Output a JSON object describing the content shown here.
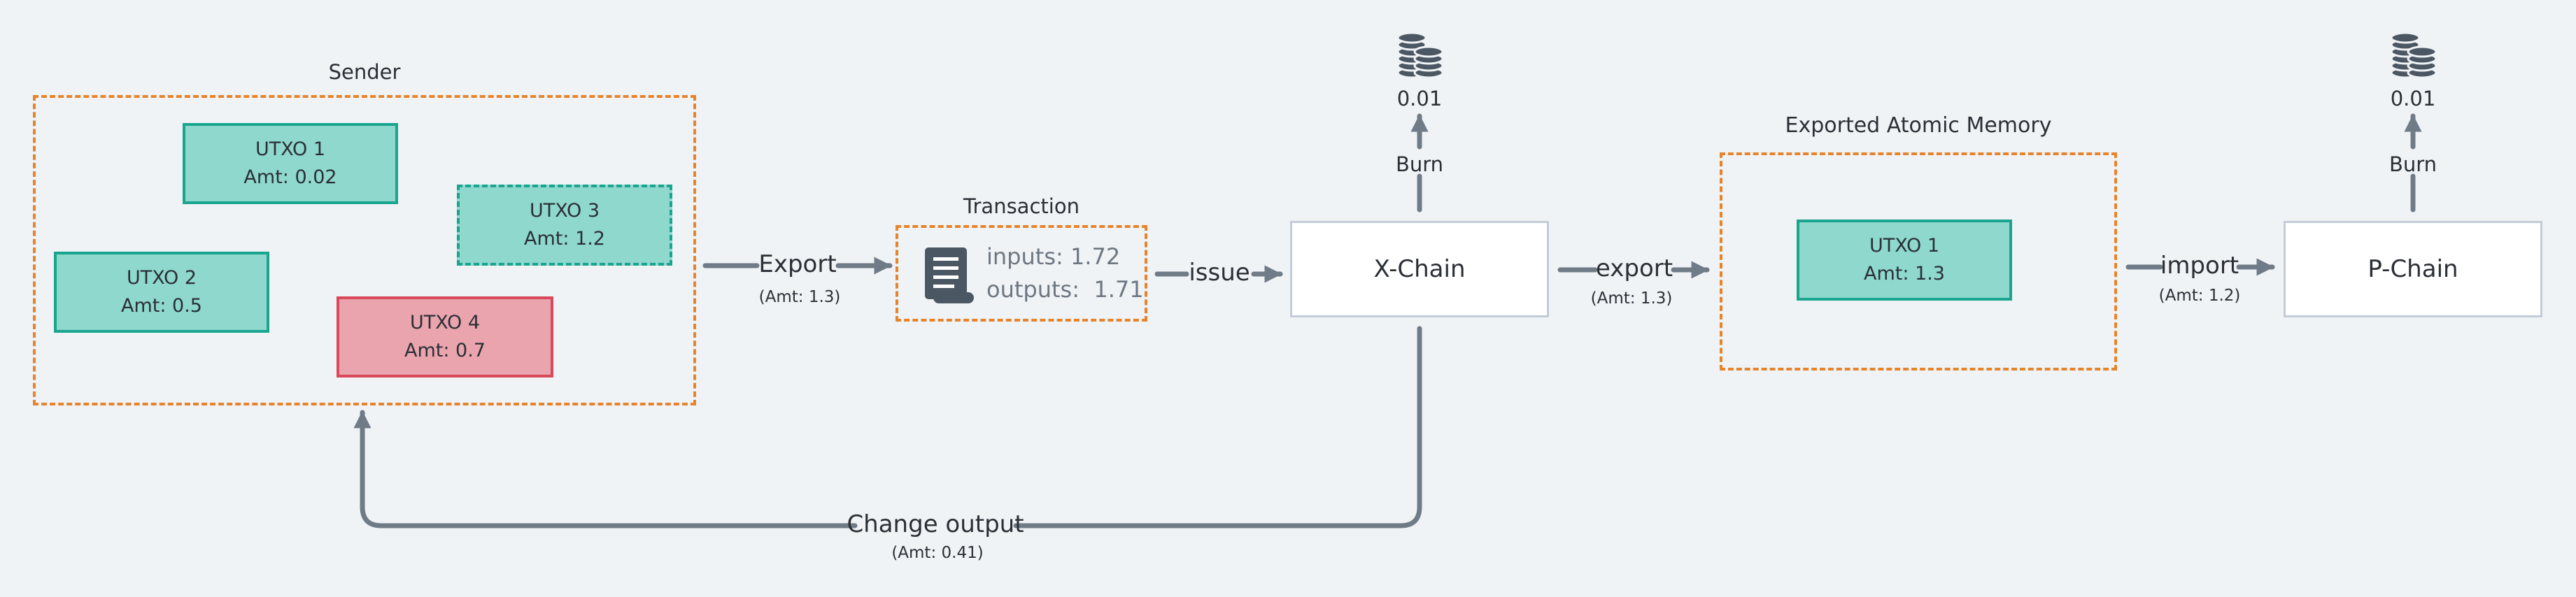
{
  "sender": {
    "title": "Sender",
    "utxos": [
      {
        "name": "UTXO 1",
        "amt": "Amt: 0.02"
      },
      {
        "name": "UTXO 2",
        "amt": "Amt: 0.5"
      },
      {
        "name": "UTXO 3",
        "amt": "Amt: 1.2"
      },
      {
        "name": "UTXO 4",
        "amt": "Amt: 0.7"
      }
    ]
  },
  "export_edge": {
    "label": "Export",
    "amt": "(Amt: 1.3)"
  },
  "transaction": {
    "title": "Transaction",
    "inputs": "inputs: 1.72",
    "outputs": "outputs:  1.71",
    "icon": "receipt-icon"
  },
  "issue_edge": {
    "label": "issue"
  },
  "x_chain": {
    "label": "X-Chain",
    "burn_label": "Burn",
    "burn_amount": "0.01"
  },
  "export2_edge": {
    "label": "export",
    "amt": "(Amt: 1.3)"
  },
  "atomic_memory": {
    "title": "Exported Atomic Memory",
    "utxo": {
      "name": "UTXO 1",
      "amt": "Amt: 1.3"
    }
  },
  "import_edge": {
    "label": "import",
    "amt": "(Amt: 1.2)"
  },
  "p_chain": {
    "label": "P-Chain",
    "burn_label": "Burn",
    "burn_amount": "0.01"
  },
  "change_edge": {
    "label": "Change output",
    "amt": "(Amt: 0.41)"
  },
  "colors": {
    "arrow": "#6f7b87",
    "dashed": "#e5842d",
    "utxo_fill": "#8ed8cd",
    "utxo_border": "#1aa58e",
    "spent_fill": "#eaa4ad",
    "spent_border": "#d9485b",
    "background": "#f0f3f6"
  }
}
